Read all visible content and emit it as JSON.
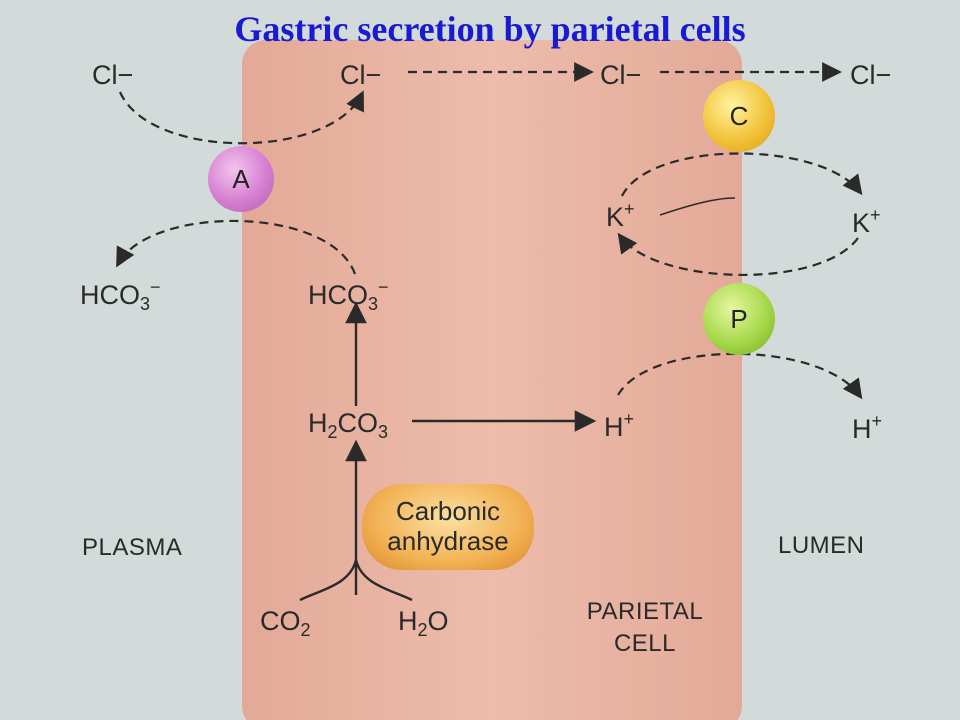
{
  "title": "Gastric secretion by parietal cells",
  "regions": {
    "plasma": "PLASMA",
    "lumen": "LUMEN",
    "cell_line1": "PARIETAL",
    "cell_line2": "CELL"
  },
  "transporters": {
    "a": "A",
    "c": "C",
    "p": "P"
  },
  "enzyme": {
    "line1": "Carbonic",
    "line2": "anhydrase"
  },
  "species": {
    "cl_plasma": "Cl−",
    "cl_cell": "Cl−",
    "cl_cell_right": "Cl−",
    "cl_lumen": "Cl−",
    "hco3_plasma_base": "HCO",
    "hco3_plasma_sub": "3",
    "hco3_plasma_sup": "−",
    "hco3_cell_base": "HCO",
    "hco3_cell_sub": "3",
    "hco3_cell_sup": "−",
    "h2co3_h": "H",
    "h2co3_sub1": "2",
    "h2co3_co": "CO",
    "h2co3_sub2": "3",
    "h_cell_base": "H",
    "h_cell_sup": "+",
    "h_lumen_base": "H",
    "h_lumen_sup": "+",
    "k_cell_base": "K",
    "k_cell_sup": "+",
    "k_lumen_base": "K",
    "k_lumen_sup": "+",
    "co2_base": "CO",
    "co2_sub": "2",
    "h2o_h": "H",
    "h2o_sub": "2",
    "h2o_o": "O"
  },
  "colors": {
    "background": "#d2dbd9",
    "cell": "#e9b6a4",
    "title": "#1a1ad0",
    "arrow": "#2a2a2a",
    "transporter_a": "#d67fd0",
    "transporter_c": "#f2c33a",
    "transporter_p": "#a6d84a",
    "enzyme": "#f2b254"
  }
}
